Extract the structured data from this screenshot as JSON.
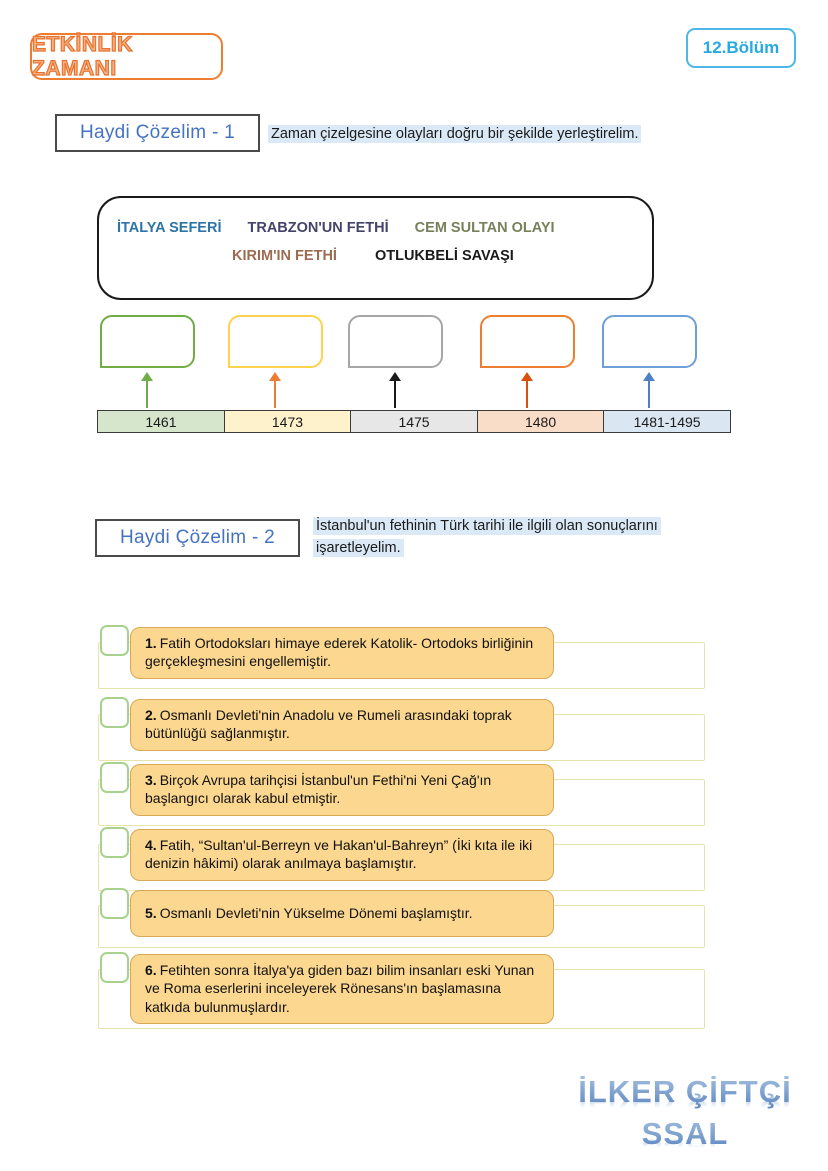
{
  "header": {
    "badge": "ETKİNLİK ZAMANI",
    "chapter": "12.Bölüm"
  },
  "section1": {
    "title": "Haydi Çözelim - 1",
    "instruction": "Zaman çizelgesine olayları doğru bir şekilde yerleştirelim.",
    "events": [
      {
        "label": "İTALYA SEFERİ",
        "color": "#2e74a6"
      },
      {
        "label": "TRABZON'UN FETHİ",
        "color": "#44436a"
      },
      {
        "label": "CEM SULTAN OLAYI",
        "color": "#76805a"
      },
      {
        "label": "KIRIM'IN FETHİ",
        "color": "#9d6b52"
      },
      {
        "label": "OTLUKBELİ SAVAŞI",
        "color": "#1a1a1a"
      }
    ],
    "timeline": [
      {
        "date": "1461",
        "box_color": "#70ad47",
        "arrow_color": "#70ad47",
        "cell_bg": "#d6e6cc"
      },
      {
        "date": "1473",
        "box_color": "#ffd24d",
        "arrow_color": "#ed7d31",
        "cell_bg": "#fdf2cb"
      },
      {
        "date": "1475",
        "box_color": "#a6a6a6",
        "arrow_color": "#1a1a1a",
        "cell_bg": "#e7e7e7"
      },
      {
        "date": "1480",
        "box_color": "#ed7d31",
        "arrow_color": "#d9500f",
        "cell_bg": "#f9ddc8"
      },
      {
        "date": "1481-1495",
        "box_color": "#6f9fd8",
        "arrow_color": "#4e81c4",
        "cell_bg": "#dbe6f3"
      }
    ]
  },
  "section2": {
    "title": "Haydi Çözelim - 2",
    "instruction": "İstanbul'un fethinin Türk tarihi ile ilgili olan sonuçlarını işaretleyelim.",
    "statements": [
      {
        "num": "1.",
        "text": "Fatih Ortodoksları himaye ederek Katolik- Ortodoks birliğinin gerçekleşmesini engellemiştir."
      },
      {
        "num": "2.",
        "text": "Osmanlı Devleti'nin Anadolu ve Rumeli arasındaki toprak bütünlüğü sağlanmıştır."
      },
      {
        "num": "3.",
        "text": "Birçok Avrupa tarihçisi İstanbul'un Fethi'ni Yeni Çağ'ın başlangıcı olarak kabul etmiştir."
      },
      {
        "num": "4.",
        "text": "Fatih, “Sultan'ul-Berreyn ve Hakan'ul-Bahreyn” (İki kıta ile iki denizin hâkimi) olarak anılmaya başlamıştır."
      },
      {
        "num": "5.",
        "text": "Osmanlı Devleti'nin Yükselme Dönemi başlamıştır."
      },
      {
        "num": "6.",
        "text": "Fetihten sonra İtalya'ya giden bazı bilim insanları eski Yunan ve Roma eserlerini inceleyerek Rönesans'ın başlamasına katkıda bulunmuşlardır."
      }
    ]
  },
  "watermark": {
    "line1": "İLKER ÇİFTÇİ",
    "line2": "SSAL"
  }
}
